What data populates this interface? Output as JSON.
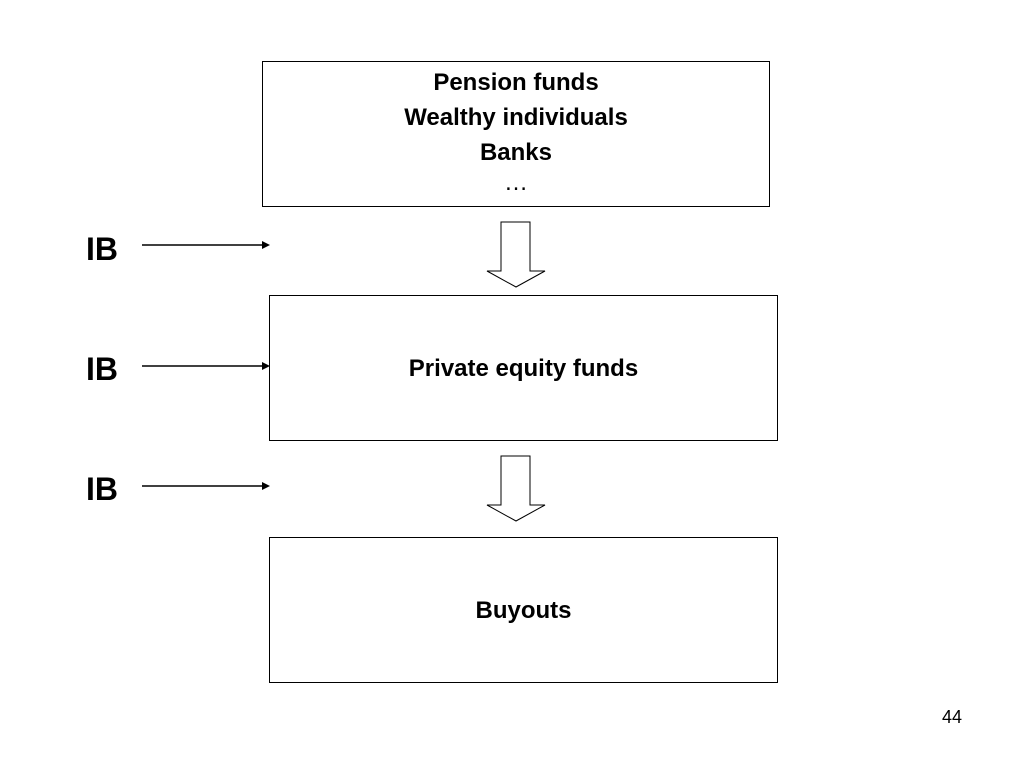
{
  "slide": {
    "page_number": "44"
  },
  "diagram": {
    "boxes": {
      "investors": {
        "lines": [
          "Pension funds",
          "Wealthy individuals",
          "Banks",
          "…"
        ]
      },
      "private_equity": {
        "label": "Private equity funds"
      },
      "buyouts": {
        "label": "Buyouts"
      }
    },
    "ib_labels": [
      "IB",
      "IB",
      "IB"
    ]
  }
}
